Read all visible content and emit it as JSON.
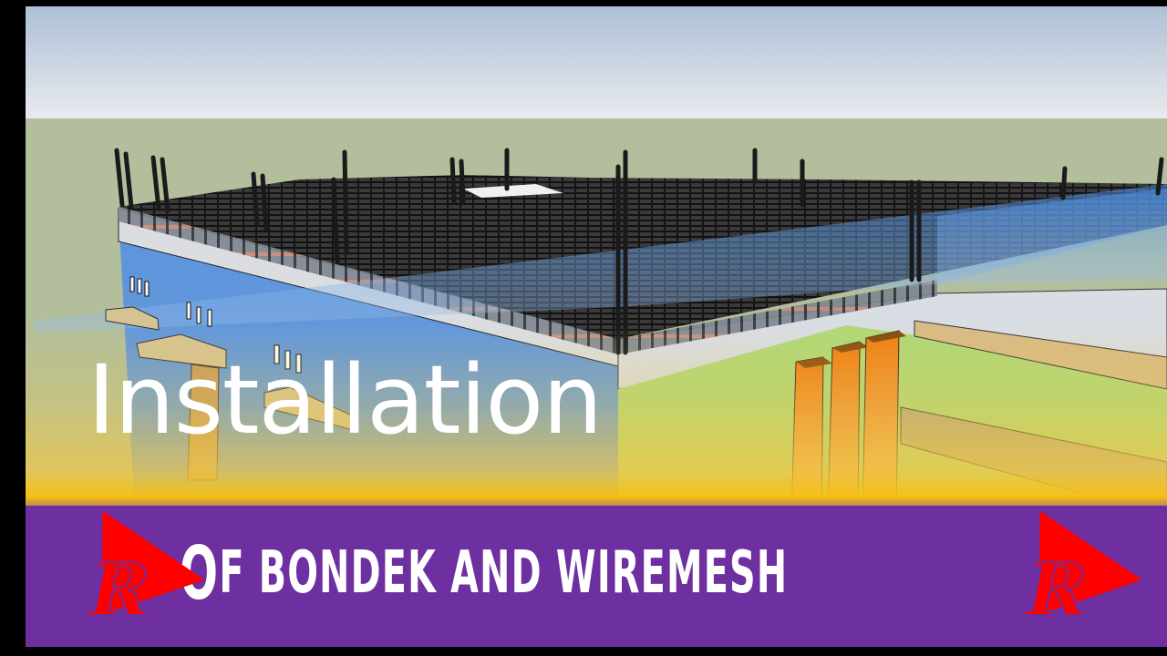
{
  "thumbnail": {
    "title_line1": "Installation",
    "title_line2_first": "O",
    "title_line2_rest": "F BONDEK AND WIREMESH",
    "full_subtitle": "Of bondek and wiremesh",
    "logo_letter": "R",
    "logo_icon": "play-triangle-icon"
  },
  "colors": {
    "band_purple": "#6e30a0",
    "band_yellow": "#f6c010",
    "logo_red": "#ff0000",
    "sky_top": "#aebfd6",
    "sky_bottom": "#e6eaef",
    "ground": "#b3bf9c",
    "wall_blue": "#5b94dc",
    "slab_edge": "#dcdde0",
    "column_orange": "#f08010",
    "interior_green": "#b0d878"
  }
}
